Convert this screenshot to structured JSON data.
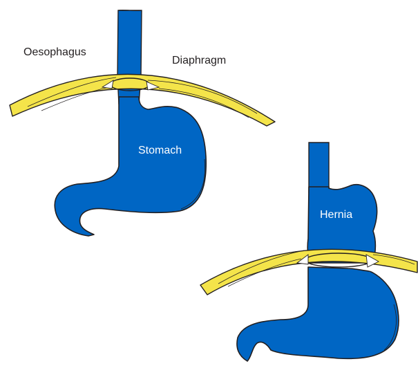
{
  "labels": {
    "oesophagus": "Oesophagus",
    "diaphragm": "Diaphragm",
    "stomach": "Stomach",
    "hernia": "Hernia"
  },
  "colors": {
    "organ": "#0066c4",
    "diaphragm": "#f4e44a",
    "outline": "#231f20",
    "background": "#ffffff"
  }
}
